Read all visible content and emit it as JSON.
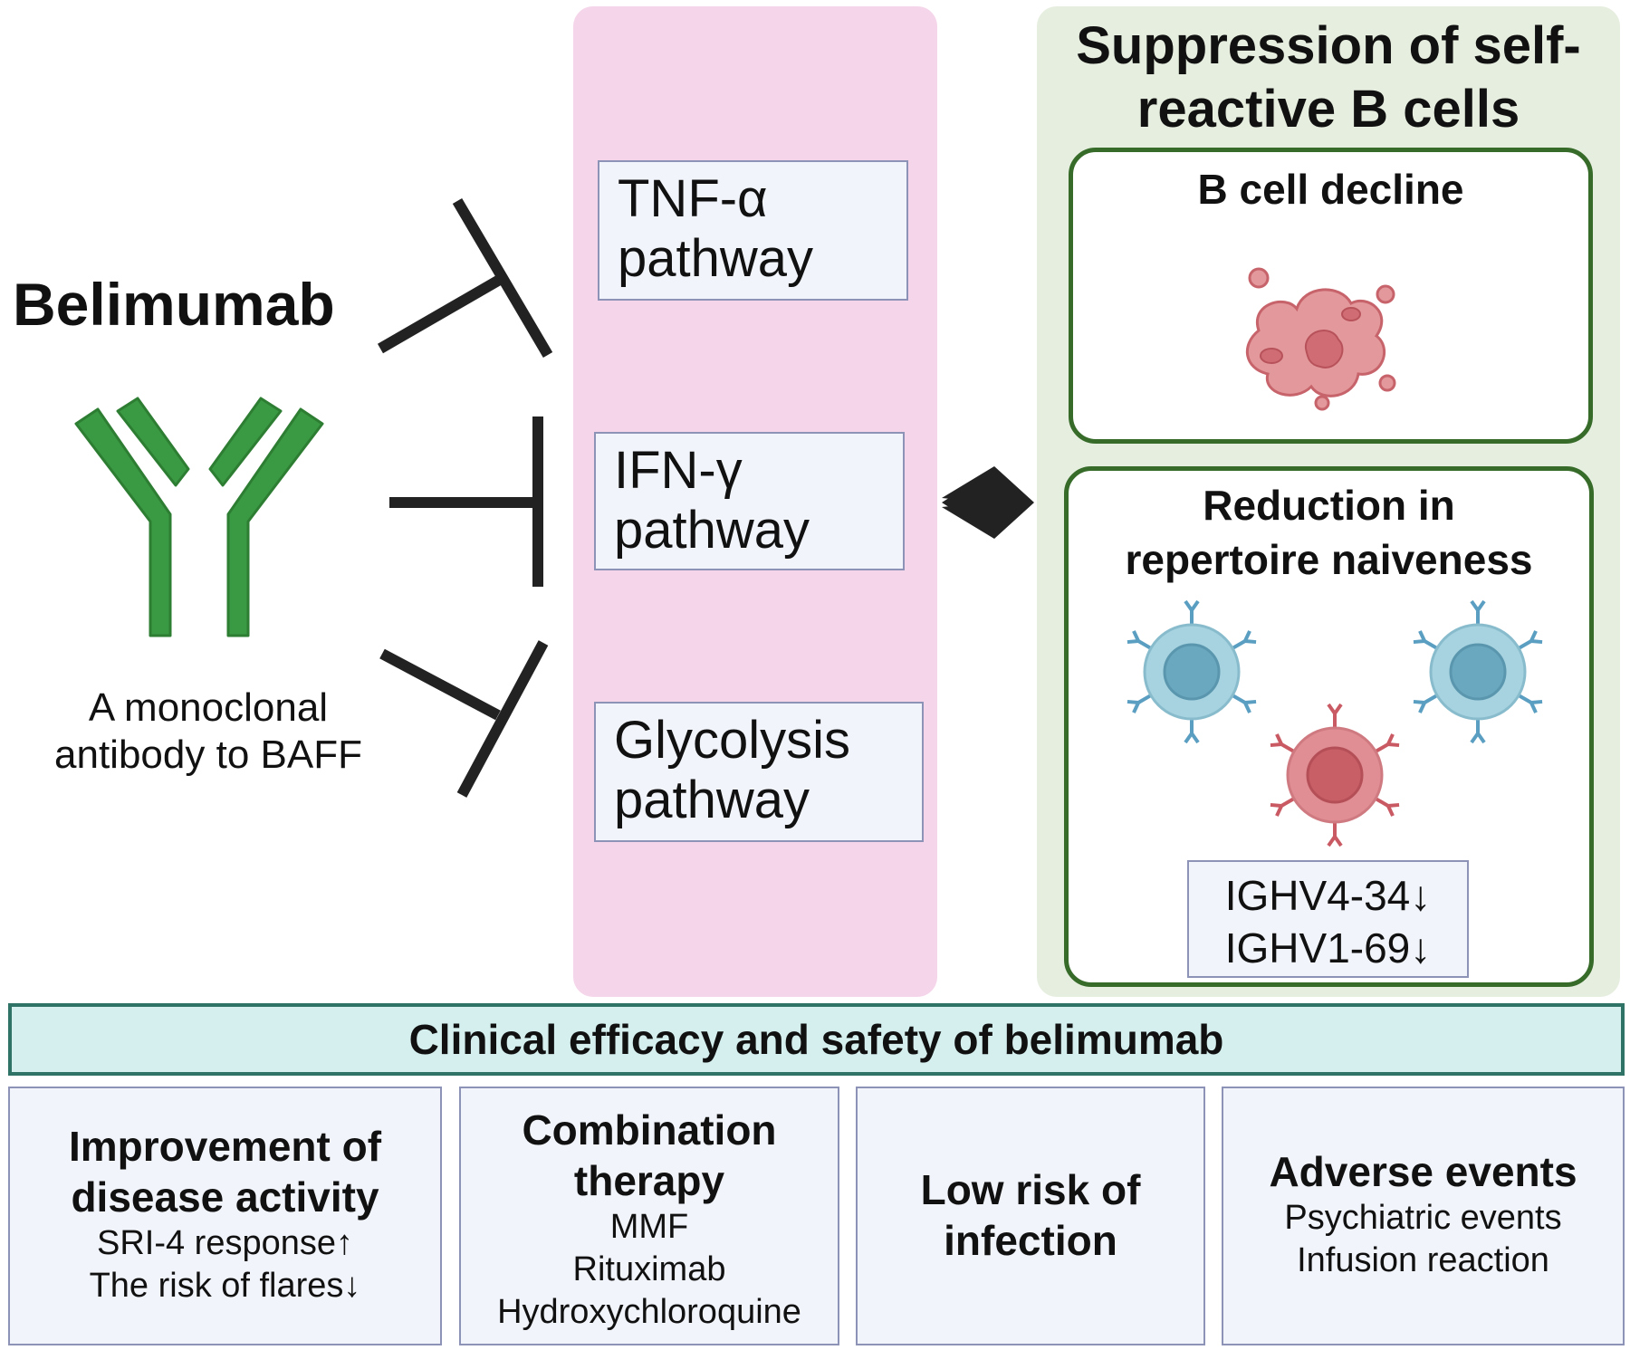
{
  "drug": {
    "name": "Belimumab",
    "description_line1": "A monoclonal",
    "description_line2": "antibody to BAFF"
  },
  "pathways": [
    {
      "line1": "TNF-α",
      "line2": "pathway"
    },
    {
      "line1": "IFN-γ",
      "line2": "pathway"
    },
    {
      "line1": "Glycolysis",
      "line2": "pathway"
    }
  ],
  "suppression": {
    "title_line1": "Suppression of self-",
    "title_line2": "reactive B cells",
    "decline_title": "B cell decline",
    "repertoire_title_line1": "Reduction in",
    "repertoire_title_line2": "repertoire naiveness",
    "genes": [
      "IGHV4-34↓",
      "IGHV1-69↓"
    ]
  },
  "clinical": {
    "header": "Clinical efficacy and safety of belimumab",
    "boxes": [
      {
        "title": [
          "Improvement of",
          "disease activity"
        ],
        "items": [
          "SRI-4 response↑",
          "The risk of flares↓"
        ]
      },
      {
        "title": [
          "Combination",
          "therapy"
        ],
        "items": [
          "MMF",
          "Rituximab",
          "Hydroxychloroquine"
        ]
      },
      {
        "title": [
          "Low risk of",
          "infection"
        ],
        "items": []
      },
      {
        "title": [
          "Adverse events"
        ],
        "items": [
          "Psychiatric events",
          "Infusion reaction"
        ]
      }
    ]
  },
  "colors": {
    "antibody": "#3a9a43",
    "pink_panel": "#f5d5ea",
    "green_panel": "#e6eedf",
    "inner_border": "#376b2a",
    "header_fill": "#d4efee",
    "header_border": "#2f7266",
    "cell_blue": "#a7d3e0",
    "cell_red": "#e08e93"
  }
}
